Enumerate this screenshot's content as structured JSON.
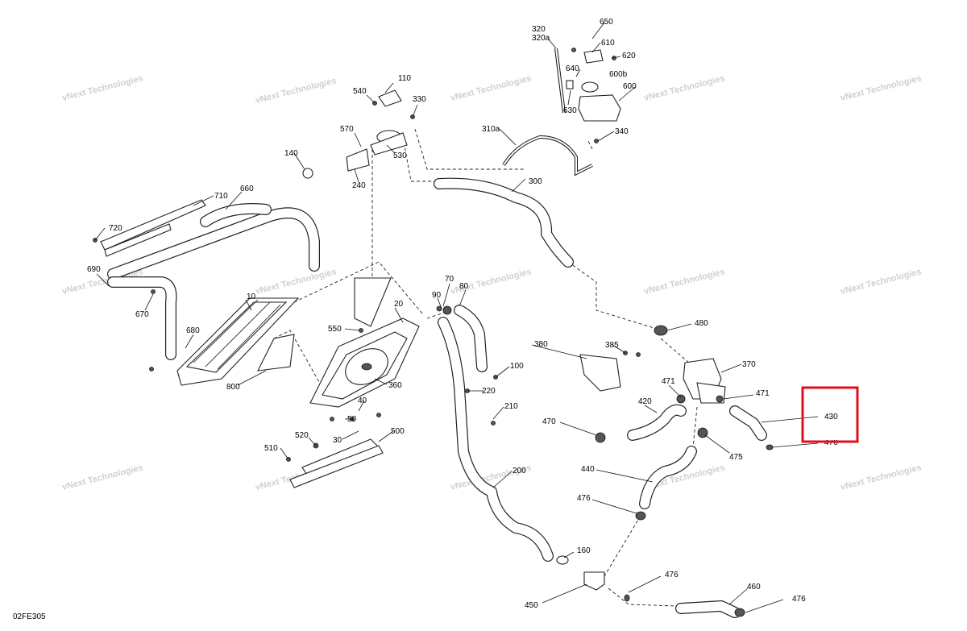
{
  "diagram": {
    "code": "02FE305",
    "watermark": "vNext Technologies",
    "highlight_color": "#e0101a",
    "highlighted_part": "430",
    "part_numbers": {
      "p10": "10",
      "p20": "20",
      "p30": "30",
      "p40": "40",
      "p50": "50",
      "p70": "70",
      "p80": "80",
      "p90": "90",
      "p100": "100",
      "p110": "110",
      "p140": "140",
      "p160": "160",
      "p200": "200",
      "p210": "210",
      "p220": "220",
      "p240": "240",
      "p300": "300",
      "p310a": "310a",
      "p320": "320",
      "p320a": "320a",
      "p330": "330",
      "p340": "340",
      "p360": "360",
      "p370": "370",
      "p380": "380",
      "p385": "385",
      "p420": "420",
      "p430": "430",
      "p440": "440",
      "p450": "450",
      "p460": "460",
      "p470": "470",
      "p471a": "471",
      "p471b": "471",
      "p475": "475",
      "p476a": "476",
      "p476b": "476",
      "p476c": "476",
      "p476d": "476",
      "p480": "480",
      "p500": "500",
      "p510": "510",
      "p520": "520",
      "p530": "530",
      "p540": "540",
      "p550": "550",
      "p570": "570",
      "p600": "600",
      "p600b": "600b",
      "p610": "610",
      "p620": "620",
      "p630": "630",
      "p640": "640",
      "p650": "650",
      "p660": "660",
      "p670": "670",
      "p680": "680",
      "p690": "690",
      "p710": "710",
      "p720": "720",
      "p800": "800"
    }
  }
}
